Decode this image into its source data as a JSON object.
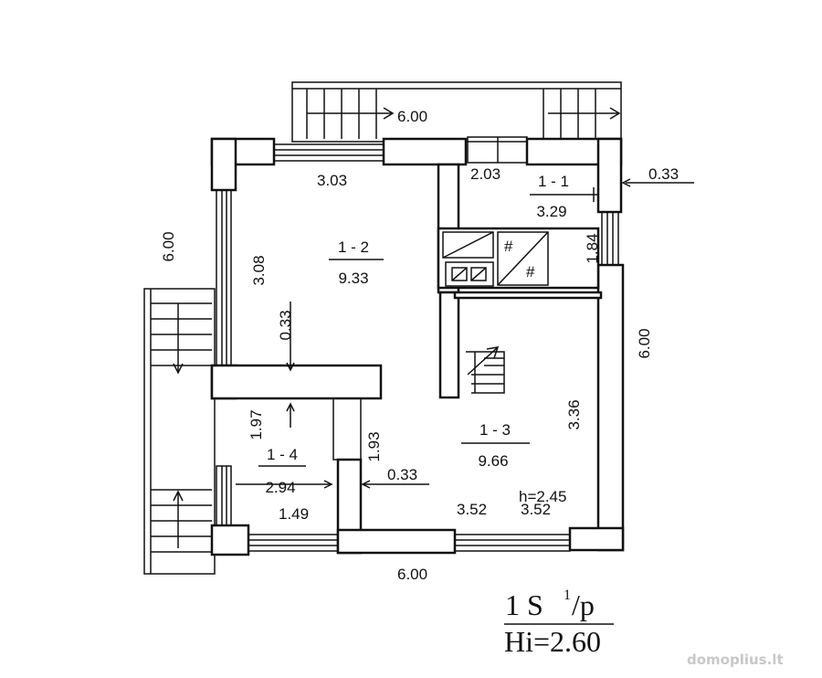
{
  "rooms": [
    {
      "id": "1 - 1",
      "area": "3.29"
    },
    {
      "id": "1 - 2",
      "area": "9.33"
    },
    {
      "id": "1 - 3",
      "area": "9.66"
    },
    {
      "id": "1 - 4",
      "area": "2.94"
    }
  ],
  "dimensions": {
    "top": "6.00",
    "left": "6.00",
    "right": "6.00",
    "bottom": "6.00",
    "ext_wall": "0.33",
    "r12_width": "3.03",
    "r12_height": "3.08",
    "r12_wall": "0.33",
    "r11_width": "2.03",
    "r11_height": "1.84",
    "r14_height": "1.97",
    "r14_width": "1.49",
    "r13_wall_h": "1.93",
    "r13_wall_w": "0.33",
    "r13_height": "3.36",
    "r13_width": "3.52",
    "ceiling": "h=2.45"
  },
  "title_block": {
    "floor": "1 S",
    "superscript": "1",
    "suffix": "/p",
    "height": "Hi=2.60"
  },
  "watermark": "domoplius.lt"
}
